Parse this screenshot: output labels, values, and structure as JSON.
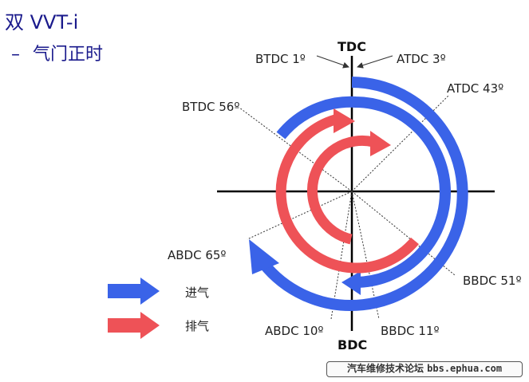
{
  "title": "双 VVT-i",
  "subtitle_dash": "–",
  "subtitle": "气门正时",
  "labels": {
    "tdc": "TDC",
    "bdc": "BDC",
    "btdc1": "BTDC 1º",
    "atdc3": "ATDC 3º",
    "atdc43": "ATDC 43º",
    "btdc56": "BTDC 56º",
    "abdc65": "ABDC 65º",
    "bbdc51": "BBDC 51º",
    "abdc10": "ABDC 10º",
    "bbdc11": "BBDC 11º"
  },
  "legend": {
    "intake": "进气",
    "exhaust": "排气"
  },
  "colors": {
    "intake": "#3a63e8",
    "exhaust": "#ee5257",
    "text": "#1a1a8c"
  },
  "footer": {
    "site": "汽车维修技术论坛",
    "url": "bbs.ephua.com"
  }
}
